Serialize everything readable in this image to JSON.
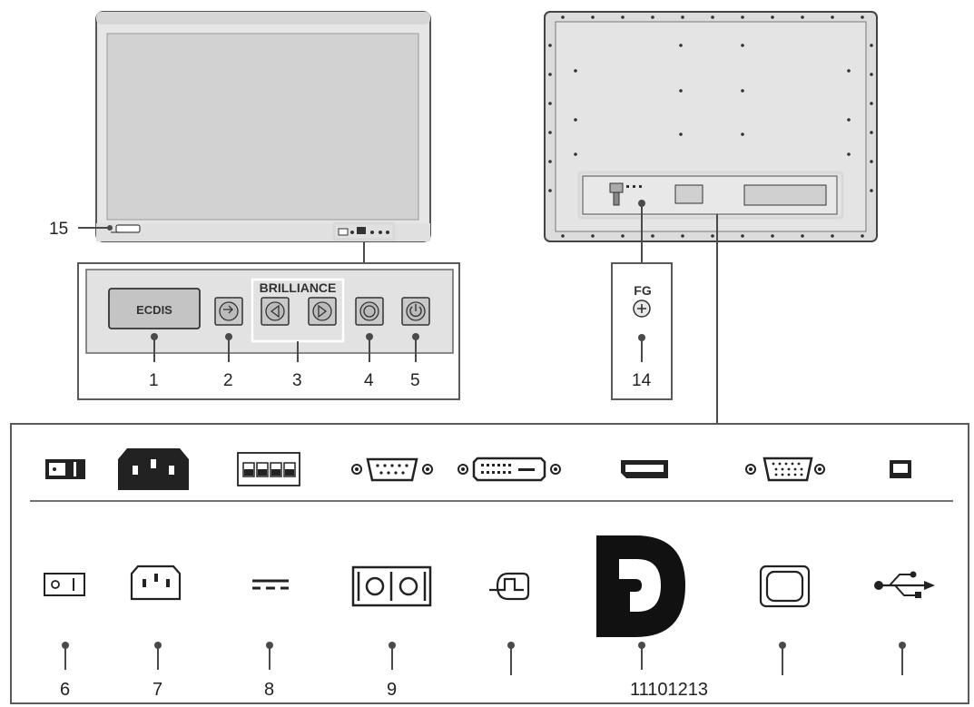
{
  "front_panel": {
    "ecdis_label": "ECDIS",
    "brilliance_label": "BRILLIANCE"
  },
  "rear_panel": {
    "fg_label": "FG"
  },
  "callouts": {
    "c1": "1",
    "c2": "2",
    "c3": "3",
    "c4": "4",
    "c5": "5",
    "c6": "6",
    "c7": "7",
    "c8": "8",
    "c9": "9",
    "c14": "14",
    "c15": "15",
    "c_dp_group": "11101213"
  },
  "icons": [
    "power-switch-icon",
    "ac-inlet-icon",
    "dip-switch-icon",
    "dsub9-icon",
    "dvi-icon",
    "displayport-icon",
    "vga-icon",
    "usb-b-icon",
    "power-symbol-icon",
    "ac-symbol-icon",
    "dc-symbol-icon",
    "serial-symbol-icon",
    "digital-signal-icon",
    "displayport-logo-icon",
    "analog-monitor-icon",
    "usb-symbol-icon"
  ]
}
